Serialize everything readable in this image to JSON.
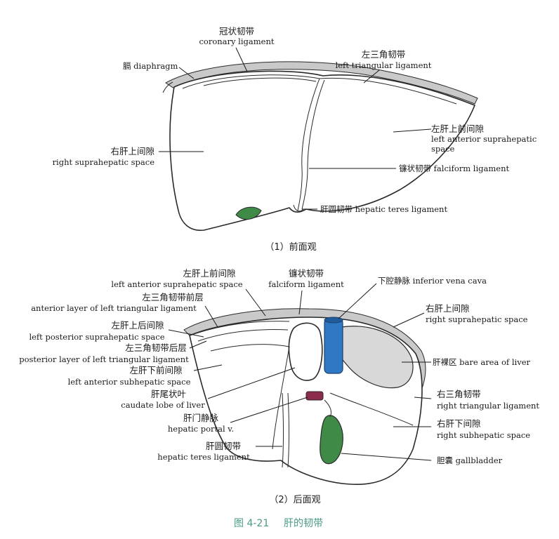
{
  "view1": {
    "subtitle": "（1）前面观",
    "labels": {
      "coronary_zh": "冠状韧带",
      "coronary_en": "coronary ligament",
      "diaphragm": "膈 diaphragm",
      "left_tri_zh": "左三角韧带",
      "left_tri_en": "left triangular ligament",
      "left_ant_supra_zh": "左肝上前间隙",
      "left_ant_supra_en1": "left anterior suprahepatic",
      "left_ant_supra_en2": "space",
      "right_supra_zh": "右肝上间隙",
      "right_supra_en": "right suprahepatic space",
      "falciform": "镰状韧带 falciform ligament",
      "teres": "肝圆韧带 hepatic teres ligament"
    }
  },
  "view2": {
    "subtitle": "（2）后面观",
    "labels": {
      "left_ant_supra_zh": "左肝上前间隙",
      "left_ant_supra_en": "left anterior suprahepatic space",
      "falciform_zh": "镰状韧带",
      "falciform_en": "falciform ligament",
      "ivc": "下腔静脉 inferior vena cava",
      "ant_layer_zh": "左三角韧带前层",
      "ant_layer_en": "anterior layer of left triangular ligament",
      "right_supra_zh": "右肝上间隙",
      "right_supra_en": "right suprahepatic space",
      "left_post_supra_zh": "左肝上后间隙",
      "left_post_supra_en": "left posterior suprahepatic space",
      "post_layer_zh": "左三角韧带后层",
      "post_layer_en": "posterior layer of left triangular ligament",
      "bare_area": "肝裸区 bare area of liver",
      "left_ant_sub_zh": "左肝下前间隙",
      "left_ant_sub_en": "left anterior subhepatic space",
      "caudate_zh": "肝尾状叶",
      "caudate_en": "caudate lobe of liver",
      "right_tri_zh": "右三角韧带",
      "right_tri_en": "right triangular ligament",
      "portal_zh": "肝门静脉",
      "portal_en": "hepatic portal v.",
      "right_sub_zh": "右肝下间隙",
      "right_sub_en": "right subhepatic space",
      "teres_zh": "肝圆韧带",
      "teres_en": "hepatic teres ligament",
      "gallbladder": "胆囊  gallbladder"
    }
  },
  "caption": {
    "number": "图 4-21",
    "title": "肝的韧带"
  },
  "colors": {
    "caption": "#4a9a86",
    "gallbladder": "#3f8a46",
    "ivc": "#2f78c4",
    "portal": "#8b2a4a",
    "outline": "#2a2a2a"
  }
}
